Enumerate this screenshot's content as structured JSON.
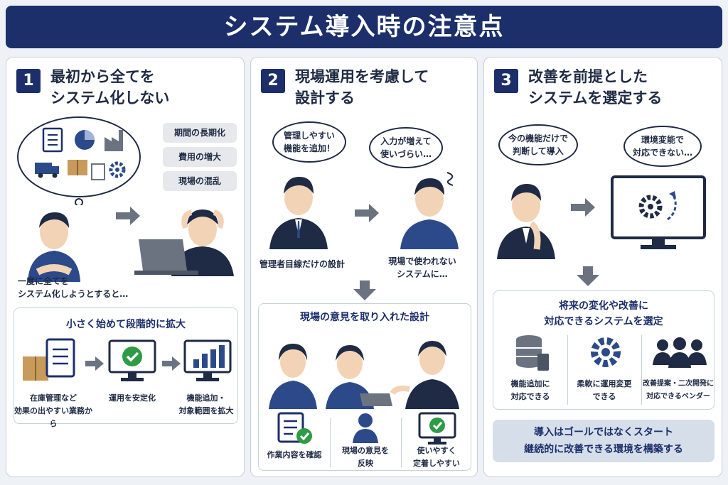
{
  "title": "システム導入時の注意点",
  "col1": {
    "num": "1",
    "title_l1": "最初から全てを",
    "title_l2": "システム化しない",
    "tags": [
      "期間の長期化",
      "費用の増大",
      "現場の混乱"
    ],
    "caption_l1": "一度に全てを",
    "caption_l2": "システム化しようとすると…",
    "sub_title": "小さく始めて段階的に拡大",
    "steps": [
      {
        "l1": "在庫管理など",
        "l2": "効果の出やすい業務から"
      },
      {
        "l1": "運用を安定化",
        "l2": ""
      },
      {
        "l1": "機能追加・",
        "l2": "対象範囲を拡大"
      }
    ]
  },
  "col2": {
    "num": "2",
    "title_l1": "現場運用を考慮して",
    "title_l2": "設計する",
    "bubble_left_l1": "管理しやすい",
    "bubble_left_l2": "機能を追加！",
    "bubble_right_l1": "入力が増えて",
    "bubble_right_l2": "使いづらい…",
    "caption_left": "管理者目線だけの設計",
    "caption_right_l1": "現場で使われない",
    "caption_right_l2": "システムに…",
    "sub_title": "現場の意見を取り入れた設計",
    "items": [
      {
        "l1": "作業内容を確認",
        "l2": ""
      },
      {
        "l1": "現場の意見を",
        "l2": "反映"
      },
      {
        "l1": "使いやすく",
        "l2": "定着しやすい"
      }
    ]
  },
  "col3": {
    "num": "3",
    "title_l1": "改善を前提とした",
    "title_l2": "システムを選定する",
    "bubble_left_l1": "今の機能だけで",
    "bubble_left_l2": "判断して導入",
    "bubble_right_l1": "環境変能で",
    "bubble_right_l2": "対応できない…",
    "sub_title_l1": "将来の変化や改善に",
    "sub_title_l2": "対応できるシステムを選定",
    "items": [
      {
        "l1": "機能追加に",
        "l2": "対応できる"
      },
      {
        "l1": "柔軟に運用変更",
        "l2": "できる"
      },
      {
        "l1": "改善提案・二次開発に",
        "l2": "対応できるベンダー"
      }
    ],
    "footer_l1": "導入はゴールではなくスタート",
    "footer_l2": "継続的に改善できる環境を構築する"
  },
  "colors": {
    "navy": "#1c2f6b",
    "accent_green": "#2e9b45",
    "arrow": "#6b7280",
    "skin": "#f3d3b5"
  }
}
